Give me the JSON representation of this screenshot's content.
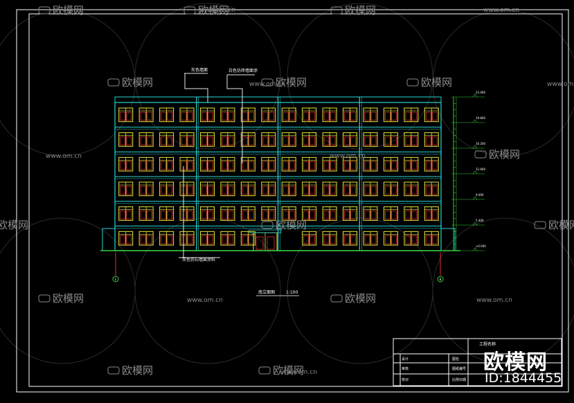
{
  "drawing": {
    "annotations": {
      "label_top_left": "灰色墙面",
      "label_top_right": "白色仿砖墙面涂",
      "label_bottom": "灰色仿石墙面涂料",
      "title": "南立面图",
      "scale": "1:100"
    },
    "grid_markers": [
      "1",
      "8"
    ],
    "elevations": [
      "23.400",
      "19.800",
      "16.200",
      "12.600",
      "9.000",
      "5.400",
      "±0.000"
    ],
    "floors": 6,
    "bays": 4,
    "windows_per_bay": 4
  },
  "title_block": {
    "project_label": "工程名称",
    "rows": [
      {
        "left": "设计",
        "right": "图名"
      },
      {
        "left": "审核",
        "right": "图纸编号"
      },
      {
        "left": "校对",
        "right": "比例日期"
      }
    ]
  },
  "watermark": {
    "brand": "欧模网",
    "site": "www.om.cn",
    "id_text": "ID:1844455"
  },
  "colors": {
    "background": "#000000",
    "frame": "#ffffff",
    "building": "#2ad6d6",
    "window_frame": "#e8e83a",
    "window_glass": "#e03030",
    "leader": "#e8e8e8",
    "ground": "#3ad03a",
    "watermark": "#8a8a8a"
  }
}
